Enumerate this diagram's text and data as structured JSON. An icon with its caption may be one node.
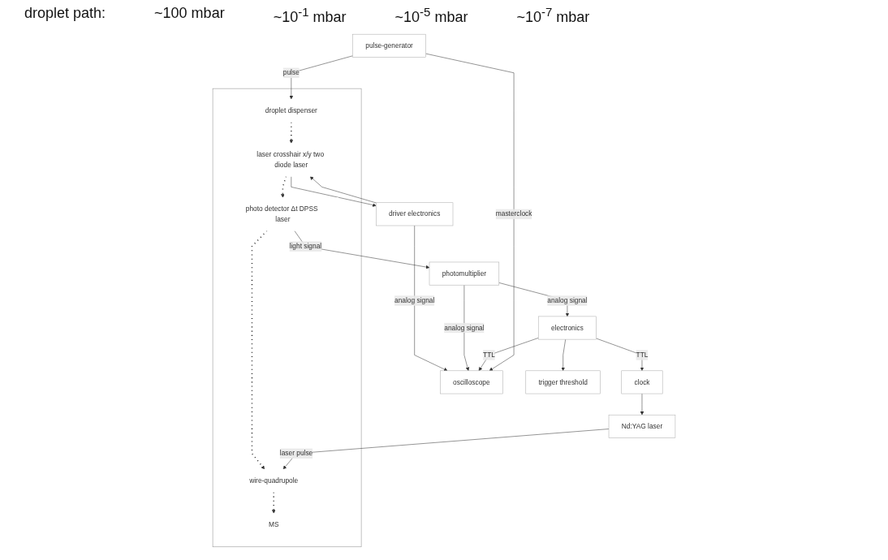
{
  "diagram": {
    "nodes": [
      {
        "text": [],
        "shape": "box"
      },
      {
        "text": [
          "droplet dispenser"
        ],
        "in": 0
      },
      {
        "text": [
          "laser crosshair x/y two diode laser"
        ],
        "in": 0
      },
      {
        "text": [
          "photo detector Δt DPSS laser"
        ],
        "in": 0
      },
      {
        "text": [
          "wire-quadrupole"
        ],
        "in": 0
      },
      {
        "text": [
          "MS"
        ],
        "in": 0
      },
      {
        "text": [
          "driver electronics"
        ]
      },
      {
        "text": [
          "photomultiplier"
        ]
      },
      {
        "text": [
          "pulse-generator"
        ]
      },
      {
        "text": [
          "oscilloscope"
        ]
      },
      {
        "text": [
          "electronics"
        ]
      },
      {
        "text": [
          "trigger threshold"
        ]
      },
      {
        "text": [
          "clock"
        ]
      },
      {
        "text": [
          "Nd:YAG laser"
        ]
      }
    ],
    "edges": [
      {
        "from": 1,
        "to": 2,
        "arrow": "to",
        "style": "dashed"
      },
      {
        "from": 2,
        "to": 3,
        "arrow": "to",
        "style": "dashed"
      },
      {
        "from": 3,
        "to": 4,
        "arrow": "to",
        "style": "dashed"
      },
      {
        "from": 4,
        "to": 5,
        "arrow": "to",
        "style": "dashed"
      },
      {
        "from": 8,
        "to": 1,
        "arrow": "to",
        "label": "pulse"
      },
      {
        "from": 6,
        "to": 2,
        "arrow": "to"
      },
      {
        "from": 2,
        "to": 6,
        "arrow": "to"
      },
      {
        "from": 3,
        "to": 7,
        "arrow": "to",
        "label": "light signal"
      },
      {
        "from": 6,
        "to": 9,
        "arrow": "to",
        "label": "analog signal"
      },
      {
        "from": 7,
        "to": 9,
        "arrow": "to",
        "label": "analog signal"
      },
      {
        "from": 7,
        "to": 10,
        "arrow": "to",
        "label": "analog signal"
      },
      {
        "from": 10,
        "to": 9,
        "arrow": "to",
        "label": "TTL"
      },
      {
        "from": 10,
        "to": 11,
        "arrow": "to"
      },
      {
        "from": 10,
        "to": 12,
        "arrow": "to",
        "label": "TTL"
      },
      {
        "from": 12,
        "to": 13,
        "arrow": "to"
      },
      {
        "from": 13,
        "to": 4,
        "arrow": "to",
        "label": "laser pulse"
      },
      {
        "from": 8,
        "to": 9,
        "arrow": "to",
        "label": "masterclock"
      }
    ],
    "labels": [
      "droplet path:",
      "~100 mbar",
      "~10$^{-1}$ mbar",
      "~10$^{-5}$ mbar",
      "~10$^{-7}$ mbar"
    ]
  }
}
